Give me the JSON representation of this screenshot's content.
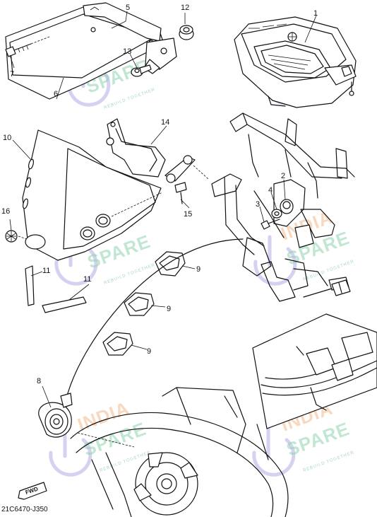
{
  "diagram_code": "21C6470-J350",
  "direction_badge": "FWD",
  "callouts": [
    "1",
    "2",
    "3",
    "4",
    "5",
    "6",
    "7",
    "8",
    "9",
    "9",
    "9",
    "10",
    "11",
    "11",
    "12",
    "13",
    "14",
    "15",
    "16"
  ],
  "watermark": {
    "title_top": "INDIA",
    "title_bottom": "SPARE",
    "tagline": "REBUILD TOGETHER",
    "colors": {
      "orange": "#f4b98a",
      "green": "#8fd4b0",
      "lavender": "#b9b3e6"
    }
  },
  "line_color": "#111111",
  "background": "#ffffff"
}
